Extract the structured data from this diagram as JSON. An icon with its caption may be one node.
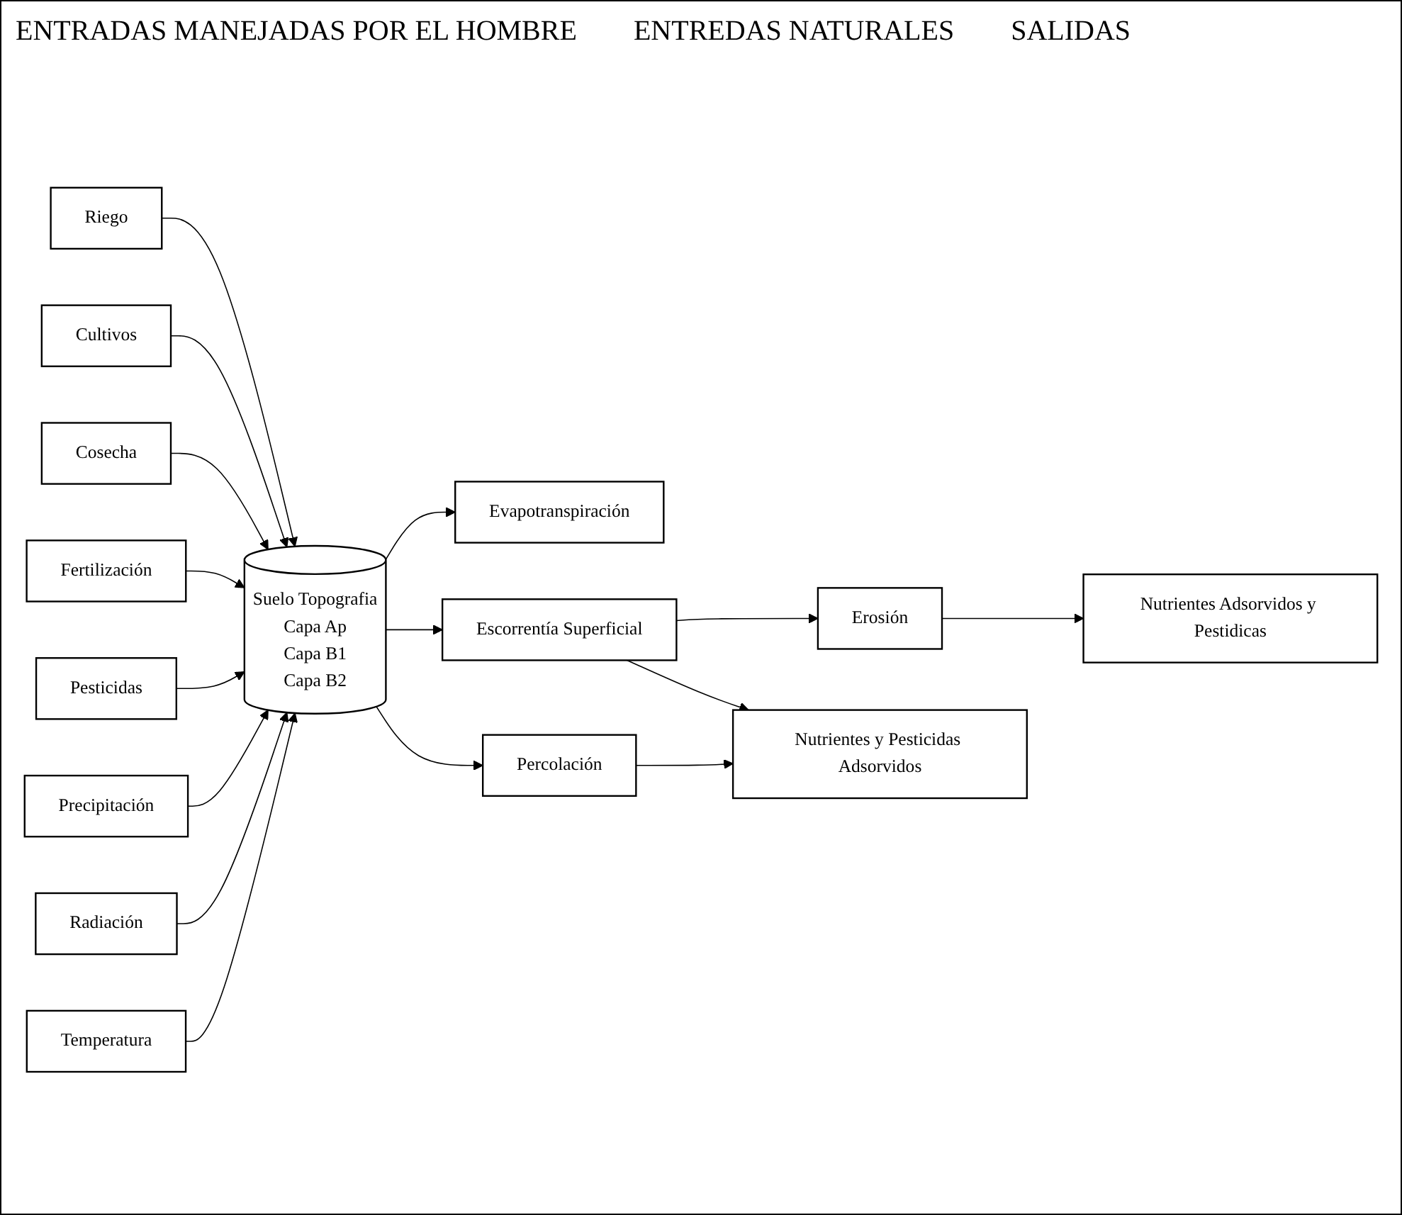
{
  "diagram": {
    "nodes": [
      {
        "text": [
          "Riego"
        ]
      },
      {
        "text": [
          "Cultivos"
        ]
      },
      {
        "text": [
          "Cosecha"
        ]
      },
      {
        "text": [
          "Fertilización"
        ]
      },
      {
        "text": [
          "Pesticidas"
        ]
      },
      {
        "text": [
          "Precipitación"
        ]
      },
      {
        "text": [
          "Radiación"
        ]
      },
      {
        "text": [
          "Temperatura"
        ]
      },
      {
        "text": [
          "Suelo Topografia",
          "Capa Ap",
          "Capa B1",
          "Capa B2"
        ]
      },
      {
        "text": [
          "Evapotranspiración"
        ]
      },
      {
        "text": [
          "Escorrentía Superficial"
        ]
      },
      {
        "text": [
          "Erosión"
        ]
      },
      {
        "text": [
          "Nutrientes Adsorvidos y Pestidicas"
        ]
      },
      {
        "text": [
          "Percolación"
        ]
      },
      {
        "text": [
          "Nutrientes y Pesticidas Adsorvidos"
        ]
      }
    ],
    "edges": [
      {
        "from": 0,
        "to": 8,
        "arrow": "to"
      },
      {
        "from": 1,
        "to": 8,
        "arrow": "to"
      },
      {
        "from": 2,
        "to": 8,
        "arrow": "to"
      },
      {
        "from": 3,
        "to": 8,
        "arrow": "to"
      },
      {
        "from": 4,
        "to": 8,
        "arrow": "to"
      },
      {
        "from": 5,
        "to": 8,
        "arrow": "to"
      },
      {
        "from": 6,
        "to": 8,
        "arrow": "to"
      },
      {
        "from": 7,
        "to": 8,
        "arrow": "to"
      },
      {
        "from": 8,
        "to": 9,
        "arrow": "to"
      },
      {
        "from": 8,
        "to": 10,
        "arrow": "to"
      },
      {
        "from": 10,
        "to": 11,
        "arrow": "to"
      },
      {
        "from": 11,
        "to": 12,
        "arrow": "to"
      },
      {
        "from": 8,
        "to": 13,
        "arrow": "to"
      },
      {
        "from": 13,
        "to": 14,
        "arrow": "to"
      },
      {
        "from": 10,
        "to": 14,
        "arrow": "to"
      }
    ],
    "labels": [
      "ENTRADAS MANEJADAS POR EL HOMBRE",
      "ENTREDAS NATURALES",
      "SALIDAS"
    ]
  }
}
